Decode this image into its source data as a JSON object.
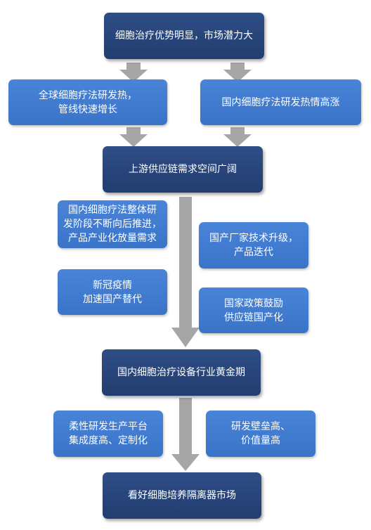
{
  "nodes": {
    "top": "细胞治疗优势明显，市场潜力大",
    "global_rd": "全球细胞疗法研发热，\n管线快速增长",
    "domestic_rd": "国内细胞疗法研发热情高涨",
    "upstream": "上游供应链需求空间广阔",
    "industrialization": "国内细胞疗法整体研\n发阶段不断向后推进，\n产品产业化放量需求",
    "covid": "新冠疫情\n加速国产替代",
    "tech_upgrade": "国产厂家技术升级，\n产品迭代",
    "policy": "国家政策鼓励\n供应链国产化",
    "golden_period": "国内细胞治疗设备行业黄金期",
    "platform": "柔性研发生产平台\n集成度高、定制化",
    "barrier": "研发壁垒高、\n价值量高",
    "conclusion": "看好细胞培养隔离器市场"
  },
  "colors": {
    "dark_box": "#2a4679",
    "light_box": "#4279d0",
    "arrow": "#a6a6a6"
  }
}
